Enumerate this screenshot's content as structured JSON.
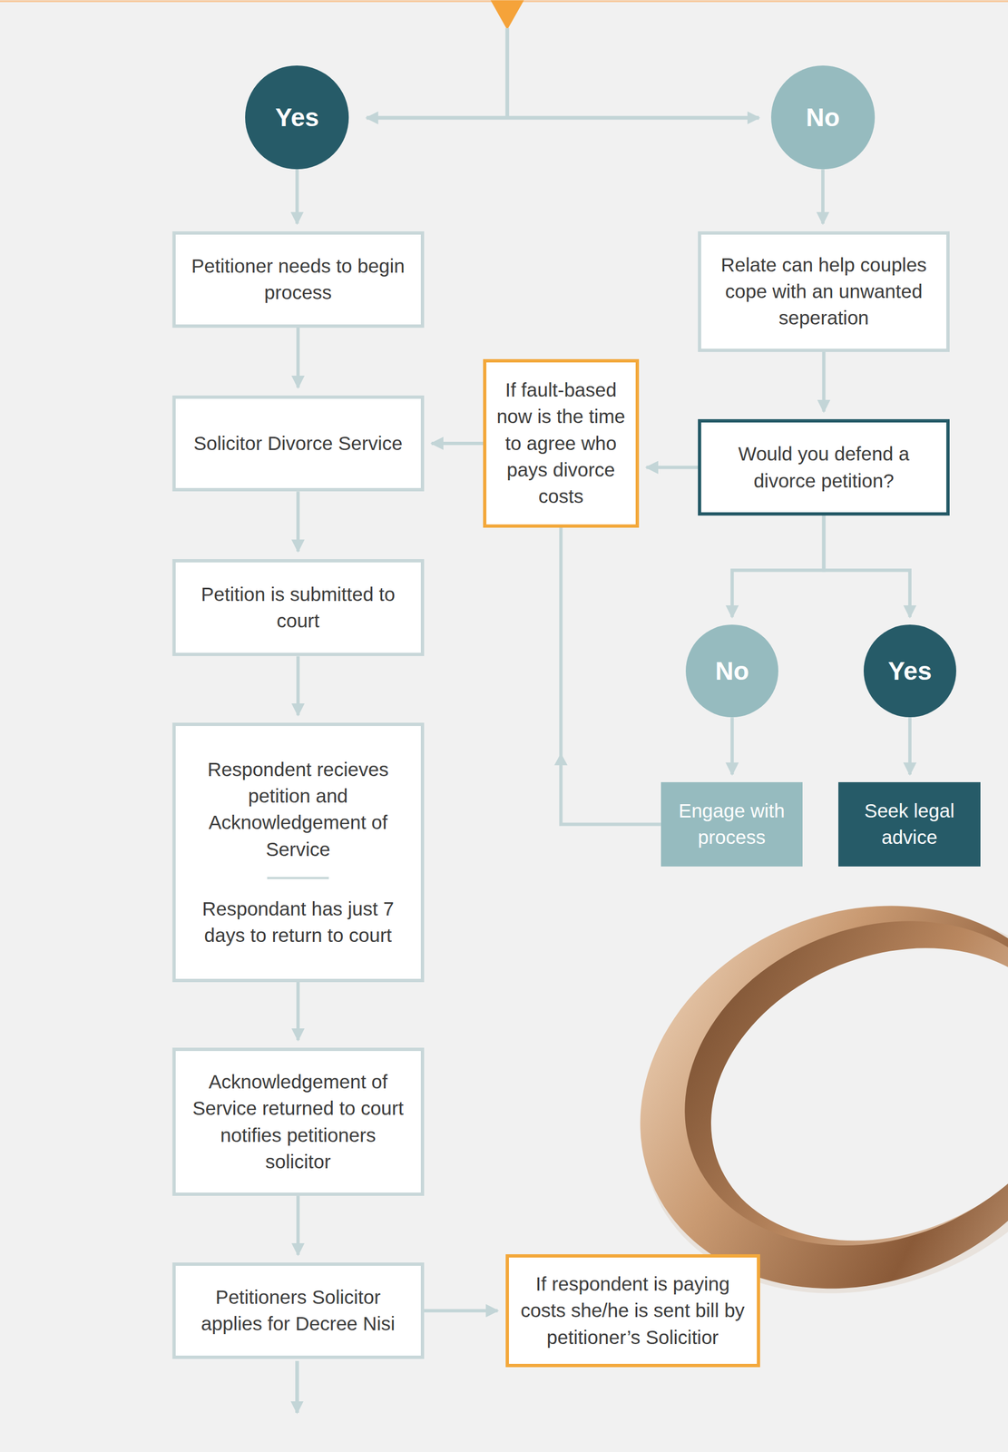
{
  "diagram": {
    "nodes": [
      {
        "text": [
          "Yes"
        ]
      },
      {
        "text": [
          "No"
        ]
      },
      {
        "text": [
          "Petitioner needs to begin process"
        ]
      },
      {
        "text": [
          "Relate can help couples cope with an unwanted seperation"
        ]
      },
      {
        "text": [
          "Solicitor Divorce Service"
        ]
      },
      {
        "text": [
          "If fault-based now is the time to agree who pays divorce costs"
        ]
      },
      {
        "text": [
          "Would you defend a divorce petition?"
        ]
      },
      {
        "text": [
          "Petition is submitted to court"
        ]
      },
      {
        "text": [
          "No"
        ]
      },
      {
        "text": [
          "Yes"
        ]
      },
      {
        "text": [
          "Engage with process"
        ]
      },
      {
        "text": [
          "Seek legal advice"
        ]
      },
      {
        "text": [
          "Respondent recieves petition and Acknowledgement of Service",
          "Respondant has just 7 days to return to court"
        ]
      },
      {
        "text": [
          "Acknowledgement of Service returned to court notifies petitioners solicitor"
        ]
      },
      {
        "text": [
          "Petitioners Solicitor applies for Decree Nisi"
        ]
      },
      {
        "text": [
          "If respondent is paying costs she/he is sent bill by petitioner’s Solicitior"
        ]
      }
    ],
    "edges": [
      {
        "from": 0,
        "to": 2,
        "arrow": "to"
      },
      {
        "from": 2,
        "to": 4,
        "arrow": "to"
      },
      {
        "from": 4,
        "to": 7,
        "arrow": "to"
      },
      {
        "from": 7,
        "to": 12,
        "arrow": "to"
      },
      {
        "from": 12,
        "to": 13,
        "arrow": "to"
      },
      {
        "from": 13,
        "to": 14,
        "arrow": "to"
      },
      {
        "from": 1,
        "to": 3,
        "arrow": "to"
      },
      {
        "from": 3,
        "to": 6,
        "arrow": "to"
      },
      {
        "from": 6,
        "to": 5,
        "arrow": "to"
      },
      {
        "from": 5,
        "to": 4,
        "arrow": "to"
      },
      {
        "from": 6,
        "to": 8,
        "arrow": "to"
      },
      {
        "from": 6,
        "to": 9,
        "arrow": "to"
      },
      {
        "from": 8,
        "to": 10,
        "arrow": "to"
      },
      {
        "from": 9,
        "to": 11,
        "arrow": "to"
      },
      {
        "from": 10,
        "to": 5,
        "arrow": "to"
      },
      {
        "from": 14,
        "to": 15,
        "arrow": "to"
      }
    ]
  }
}
